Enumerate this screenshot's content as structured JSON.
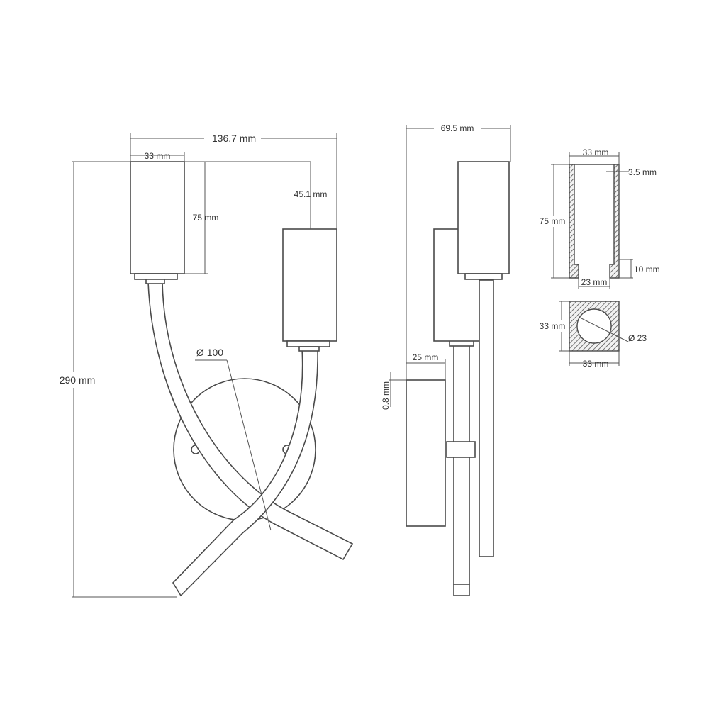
{
  "front_view": {
    "overall_width": "136.7 mm",
    "shade_width": "33 mm",
    "shade_height": "75 mm",
    "shade_offset": "45.1 mm",
    "overall_height": "290 mm",
    "backplate_diameter": "Ø 100"
  },
  "side_view": {
    "overall_depth": "69.5 mm",
    "backplate_depth": "25 mm",
    "plate_thickness": "0.8 mm"
  },
  "shade_section": {
    "top_width": "33 mm",
    "wall": "3.5 mm",
    "height": "75 mm",
    "base": "10 mm",
    "inner_width": "23 mm"
  },
  "shade_plan": {
    "side": "33 mm",
    "bottom": "33 mm",
    "bore": "Ø 23"
  }
}
